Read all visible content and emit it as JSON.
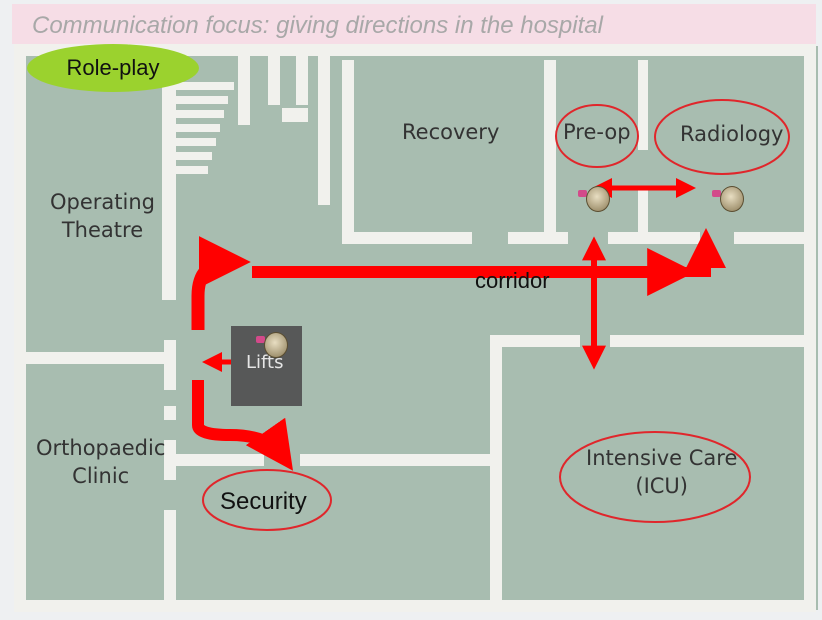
{
  "header": {
    "title": "Communication focus: giving directions in the hospital"
  },
  "badge": {
    "label": "Role-play"
  },
  "map": {
    "rooms": {
      "recovery": "Recovery",
      "pre_op": "Pre-op",
      "radiology": "Radiology",
      "operating_line1": "Operating",
      "operating_line2": "Theatre",
      "lifts": "Lifts",
      "ortho_line1": "Orthopaedic",
      "ortho_line2": "Clinic",
      "icu_line1": "Intensive Care",
      "icu_line2": "(ICU)",
      "security": "Security"
    },
    "corridor_label": "corridor",
    "route_color": "#ff0000",
    "wall_color": "#f1f1ed",
    "floor_color": "#a8bdb0"
  },
  "icons": [
    "person-icon",
    "arrow-icon"
  ]
}
